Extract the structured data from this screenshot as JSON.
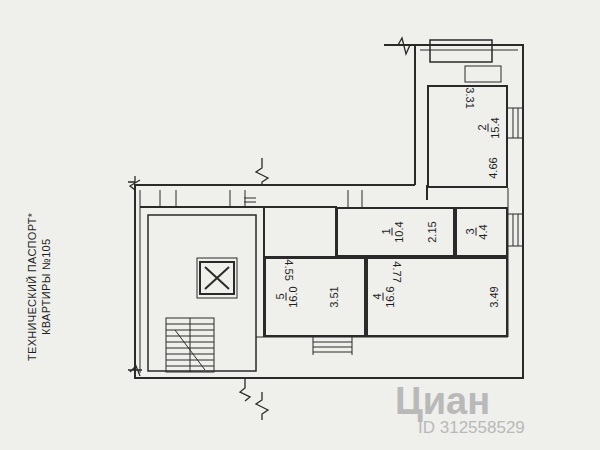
{
  "diagram": {
    "title": "ТЕХНИЧЕСКИЙ ПАСПОРТ* КВАРТИРЫ №105",
    "nodes": [
      {
        "text": [
          "2",
          "15.4",
          "3.31",
          "4.66"
        ]
      },
      {
        "text": [
          "1",
          "10.4",
          "2.15"
        ]
      },
      {
        "text": [
          "3",
          "4.4"
        ]
      },
      {
        "text": [
          "5",
          "16.0",
          "4.55",
          "3.51"
        ]
      },
      {
        "text": [
          "4",
          "16.6",
          "4.77",
          "3.49"
        ]
      }
    ],
    "labels": [
      "Циан",
      "ID 312558529"
    ]
  }
}
